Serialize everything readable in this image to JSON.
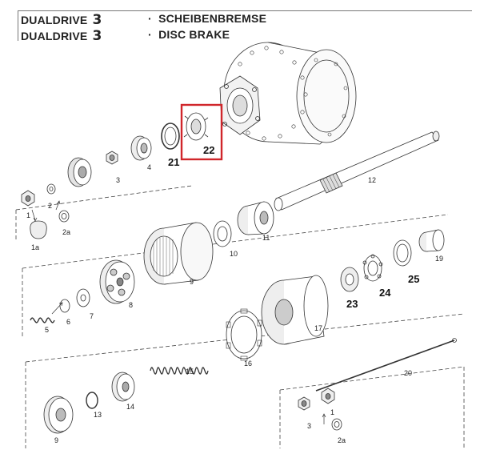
{
  "header": {
    "line1": {
      "product": "DUALDRIVE",
      "number": "3",
      "bullet": "·",
      "title": "SCHEIBENBREMSE"
    },
    "line2": {
      "product": "DUALDRIVE",
      "number": "3",
      "bullet": "·",
      "title": "DISC BRAKE"
    }
  },
  "colors": {
    "line": "#333333",
    "highlight_box": "#d0262b",
    "fill_light": "#f4f4f4",
    "fill_mid": "#dcdcdc",
    "fill_dark": "#9a9a9a"
  },
  "parts": {
    "p1": "1",
    "p1a": "1a",
    "p2": "2",
    "p2a": "2a",
    "p3": "3",
    "p4": "4",
    "p5": "5",
    "p6": "6",
    "p7": "7",
    "p8": "8",
    "p9": "9",
    "p10": "10",
    "p11": "11",
    "p12": "12",
    "p13": "13",
    "p14": "14",
    "p15": "15",
    "p16": "16",
    "p17": "17",
    "p19": "19",
    "p20": "20",
    "p21": "21",
    "p22": "22",
    "p23": "23",
    "p24": "24",
    "p25": "25",
    "p9b": "9",
    "p3b": "3",
    "p1b": "1",
    "p2ab": "2a"
  }
}
